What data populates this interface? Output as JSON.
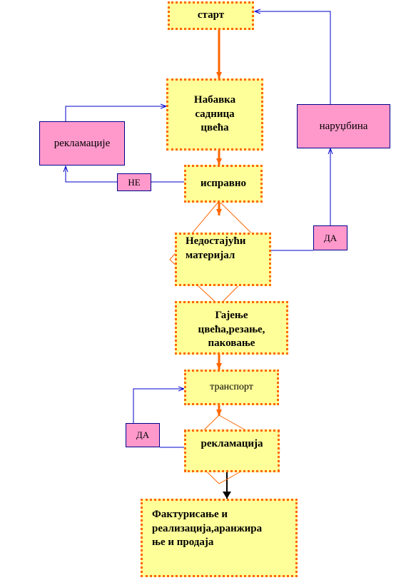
{
  "nodes": {
    "start": "старт",
    "procurement": [
      "Набавка",
      "садница",
      "цвећа"
    ],
    "correct": "исправно",
    "missing_material": [
      "Недостајући",
      "материјал"
    ],
    "growing": [
      "Гајење",
      "цвећа,резање,",
      "паковање"
    ],
    "transport": "транспорт",
    "complaint": "рекламација",
    "invoicing": [
      "Фактурисање и",
      "реализација,аранжира",
      "ње и продаја"
    ]
  },
  "side_boxes": {
    "complaints": "рекламације",
    "order": "наруџбина",
    "no_label": "НЕ",
    "yes_label_top": "ДА",
    "yes_label_bottom": "ДА"
  },
  "colors": {
    "process_fill": "#ffff99",
    "process_border": "#ff6600",
    "side_fill": "#ff99cc",
    "connector_blue": "#0000cc",
    "flow_orange": "#ff6600"
  }
}
